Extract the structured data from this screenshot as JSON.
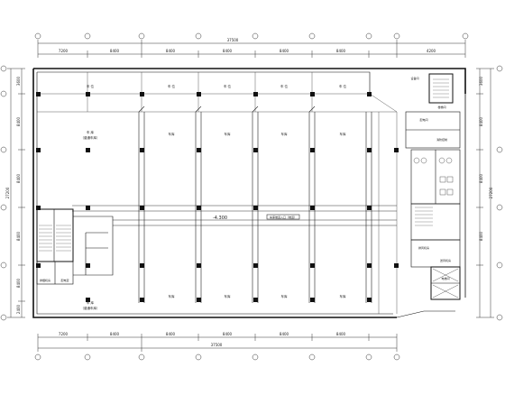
{
  "drawing": {
    "top_dims": [
      "7200",
      "8400",
      "8400",
      "8400",
      "8400",
      "8400",
      "4200"
    ],
    "top_total": "37500",
    "bottom_dims": [
      "7200",
      "8400",
      "8400",
      "8400",
      "8400",
      "8400"
    ],
    "bottom_total": "37500",
    "left_dims": [
      "3600",
      "8400",
      "8400",
      "8400",
      "8400",
      "2400"
    ],
    "left_total": "27200",
    "right_dims": [
      "3600",
      "8400",
      "8400",
      "8400"
    ],
    "right_total": "27200",
    "room_label_top": "车 位",
    "room_label_left_main": "车 库",
    "room_label_left_sub": "（普通车库）",
    "room_label_bottom_main": "车 库",
    "room_label_bottom_sub": "（普通车库）",
    "column_label": "车库",
    "level_mark": "-4.300",
    "corridor_note": "车库坡道入口（坡道）",
    "stair_label": "楼梯间",
    "equipment_label": "设备间",
    "right_labels": [
      "配电间",
      "消防控制",
      "排风机房",
      "送风机房",
      "电梯间"
    ],
    "left_labels": [
      "排烟机房",
      "配电室"
    ]
  }
}
